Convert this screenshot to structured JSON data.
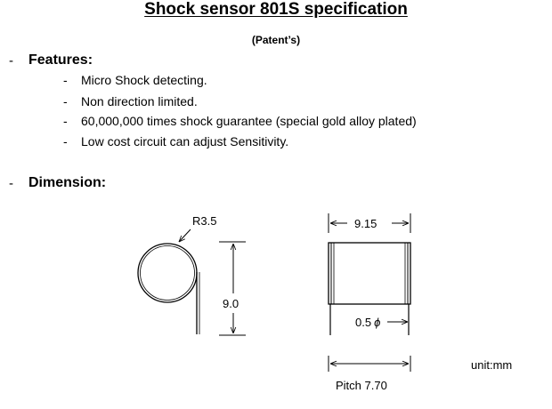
{
  "header": {
    "title": "Shock sensor 801S specification",
    "subtitle": "(Patent’s)"
  },
  "features": {
    "bullet": "-",
    "heading": "Features:",
    "items": [
      "Micro Shock detecting.",
      "Non direction limited.",
      "60,000,000 times shock guarantee (special gold alloy plated)",
      "Low cost circuit can adjust Sensitivity."
    ]
  },
  "dimension": {
    "bullet": "-",
    "heading": "Dimension:",
    "radius_label": "R3.5",
    "height_label": "9.0",
    "width_label": "9.15",
    "lead_label": "0.5",
    "lead_symbol": "ϕ",
    "pitch_label": "Pitch 7.70",
    "unit_label": "unit:mm"
  }
}
